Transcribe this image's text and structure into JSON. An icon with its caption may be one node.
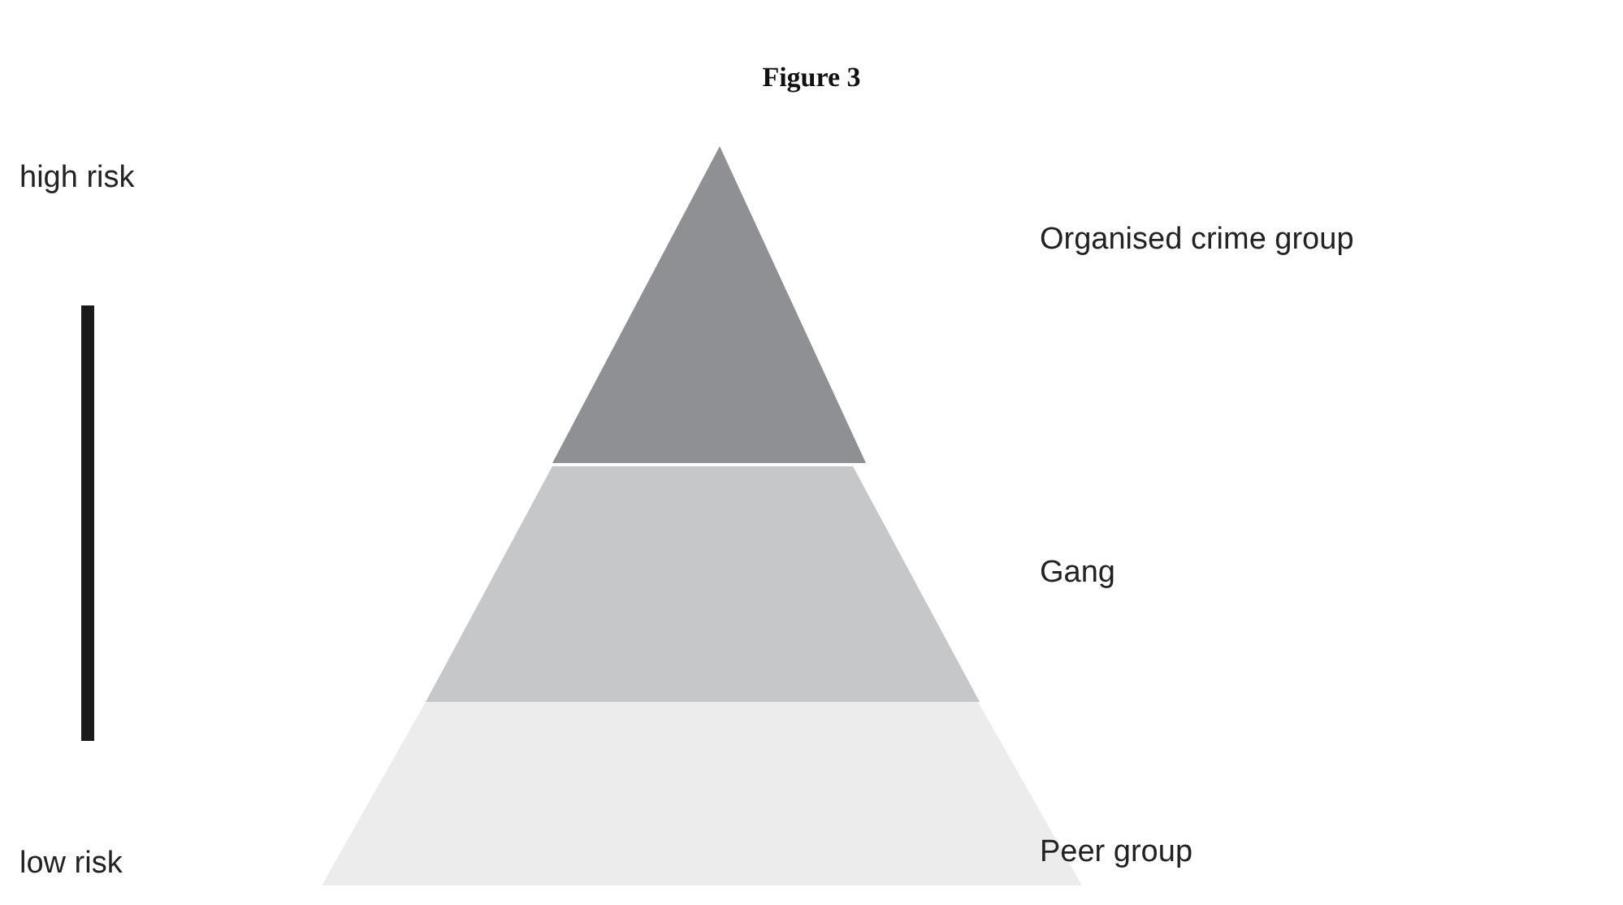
{
  "diagram": {
    "title": "Figure 3",
    "nodes": [
      {
        "text": [],
        "shape": "triangle"
      },
      {
        "text": [],
        "shape": "trapezoid"
      },
      {
        "text": [],
        "shape": "trapezoid"
      }
    ],
    "labels": [
      "high risk",
      "Organised crime group",
      "Gang",
      "Peer group",
      "low risk"
    ]
  }
}
